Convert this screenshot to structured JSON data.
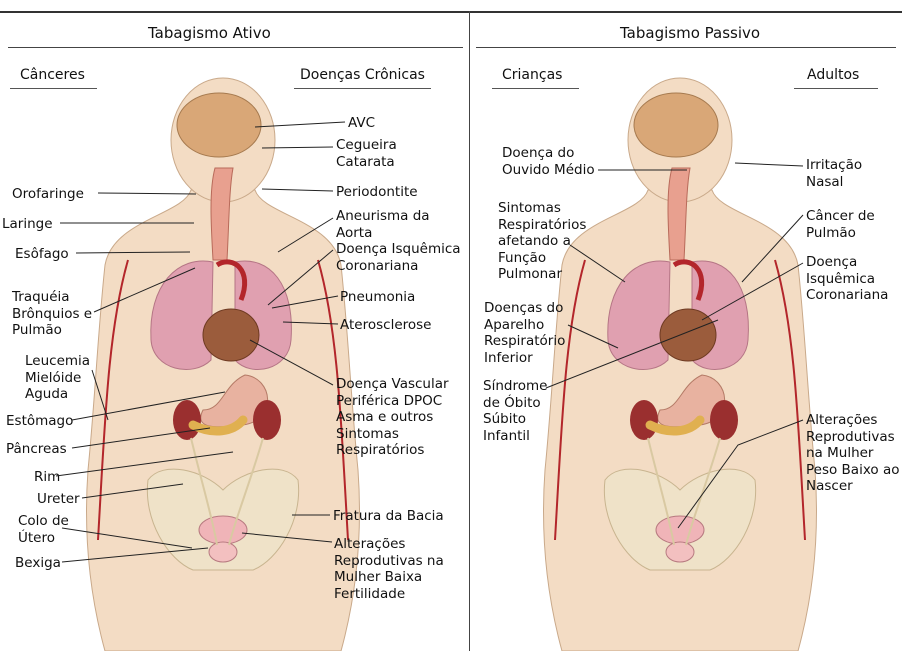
{
  "left_panel": {
    "title": "Tabagismo Ativo",
    "subtitle_left": "Cânceres",
    "subtitle_right": "Doenças Crônicas",
    "cancer_labels": [
      "Orofaringe",
      "Laringe",
      "Esôfago",
      "Traquéia Brônquios e Pulmão",
      "Leucemia Mielóide Aguda",
      "Estômago",
      "Pâncreas",
      "Rim",
      "Ureter",
      "Colo de Útero",
      "Bexiga"
    ],
    "chronic_labels": [
      "AVC",
      "Cegueira Catarata",
      "Periodontite",
      "Aneurisma da Aorta",
      "Doença Isquêmica Coronariana",
      "Pneumonia",
      "Aterosclerose",
      "Doença Vascular Periférica DPOC Asma e outros Sintomas Respiratórios",
      "Fratura da Bacia",
      "Alterações Reprodutivas na Mulher Baixa Fertilidade"
    ]
  },
  "right_panel": {
    "title": "Tabagismo Passivo",
    "subtitle_left": "Crianças",
    "subtitle_right": "Adultos",
    "children_labels": [
      "Doença do Ouvido Médio",
      "Sintomas Respiratórios afetando a Função Pulmonar",
      "Doenças do Aparelho Respiratório Inferior",
      "Síndrome de Óbito Súbito Infantil"
    ],
    "adult_labels": [
      "Irritação Nasal",
      "Câncer de Pulmão",
      "Doença Isquêmica Coronariana",
      "Alterações Reprodutivas na Mulher Peso Baixo ao Nascer"
    ]
  },
  "colors": {
    "skin": "#f3dcc4",
    "brain": "#d9a777",
    "lung": "#e0a0b0",
    "heart": "#9b5c3c",
    "vessel": "#b3262b",
    "kidney": "#9a2f2f",
    "pancreas": "#e0b050",
    "bone": "#efe2c8"
  }
}
